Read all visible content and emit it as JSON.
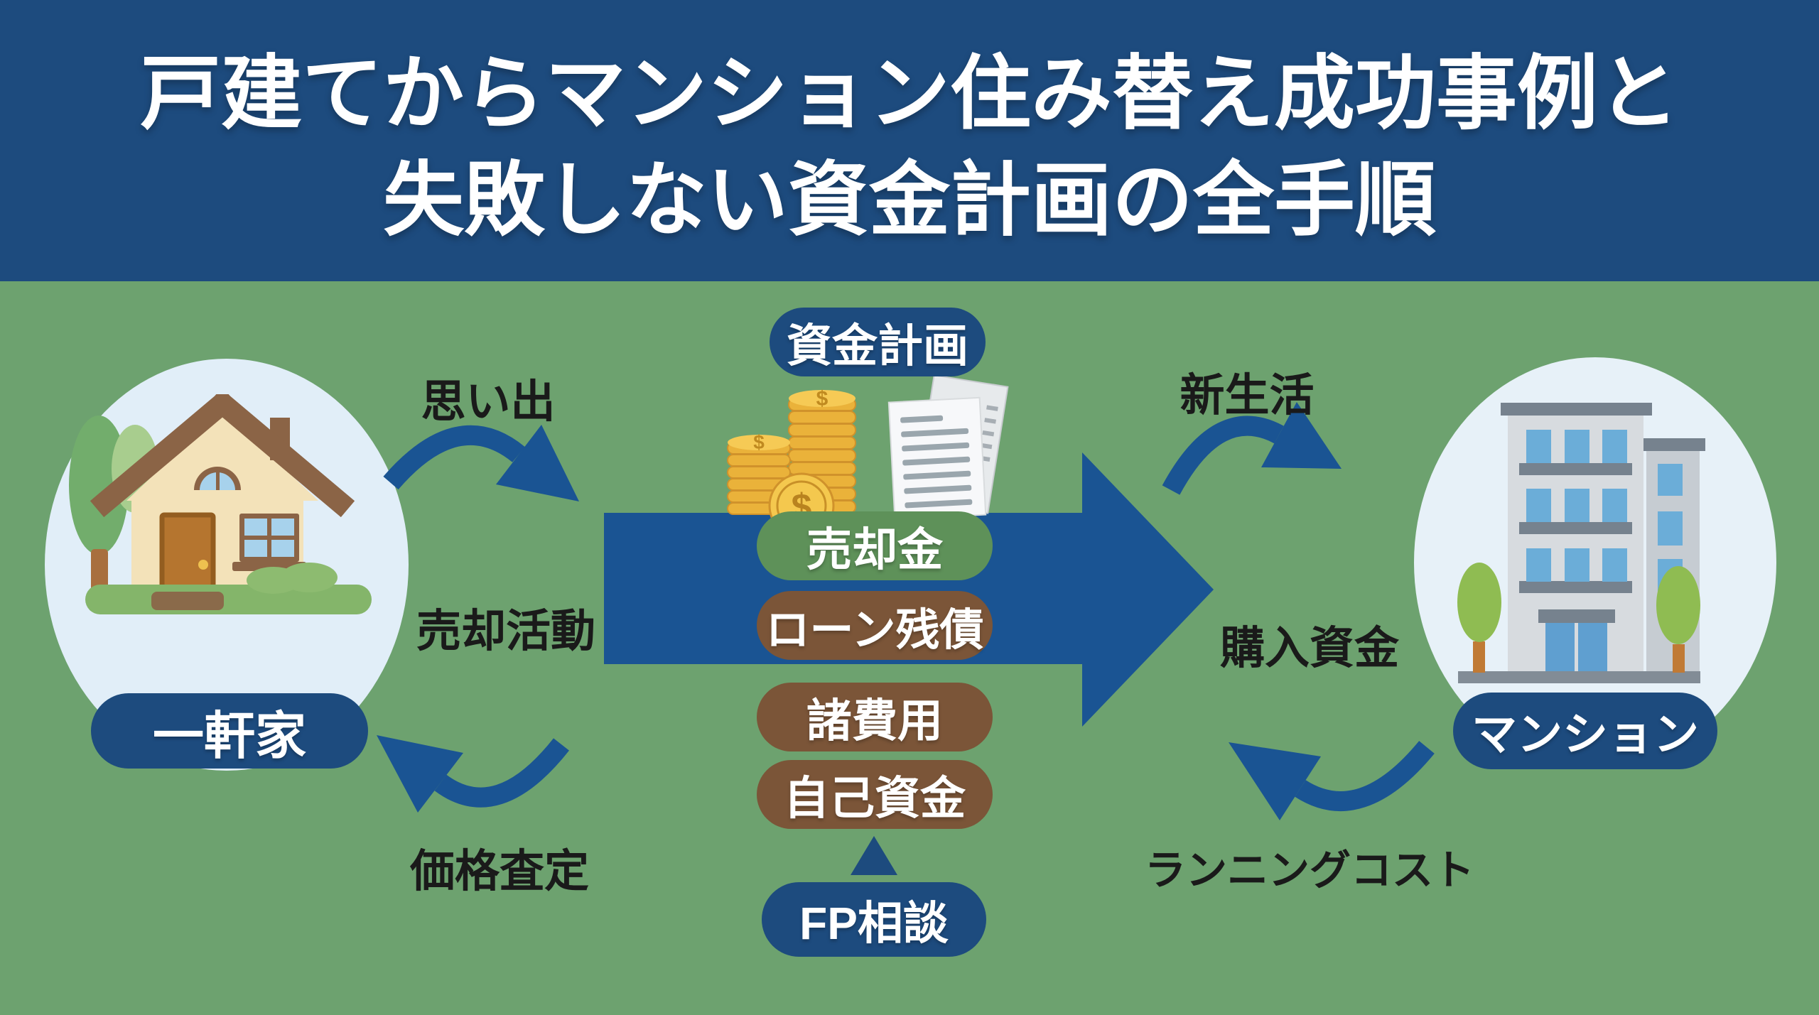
{
  "title": {
    "line1": "戸建てからマンション住み替え成功事例と",
    "line2": "失敗しない資金計画の全手順"
  },
  "nodes": {
    "house": {
      "label": "一軒家"
    },
    "mansion": {
      "label": "マンション"
    }
  },
  "center": {
    "plan_label": "資金計画",
    "items": [
      {
        "label": "売却金",
        "color": "#5e9159"
      },
      {
        "label": "ローン残債",
        "color": "#7b5538"
      },
      {
        "label": "諸費用",
        "color": "#7b5538"
      },
      {
        "label": "自己資金",
        "color": "#7b5538"
      }
    ],
    "fp_label": "FP相談"
  },
  "flow_labels": {
    "memories": "思い出",
    "sales_activity": "売却活動",
    "price_appraisal": "価格査定",
    "new_life": "新生活",
    "purchase_funds": "購入資金",
    "running_cost": "ランニングコスト"
  },
  "icons": [
    "house-icon",
    "building-icon",
    "coin-stack-icon",
    "document-icon",
    "memories-arrow-icon",
    "appraisal-arrow-icon",
    "newlife-arrow-icon",
    "runningcost-arrow-icon",
    "flow-arrow-icon",
    "fp-up-arrow-icon"
  ],
  "colors": {
    "header_bg": "#1d4b7e",
    "body_bg": "#6da26f",
    "arrow_blue": "#1a5493",
    "pill_blue": "#1d4b7e",
    "pill_green": "#5e9159",
    "pill_brown": "#7b5538",
    "label_text": "#1a1a1a",
    "pill_text": "#ffffff"
  }
}
